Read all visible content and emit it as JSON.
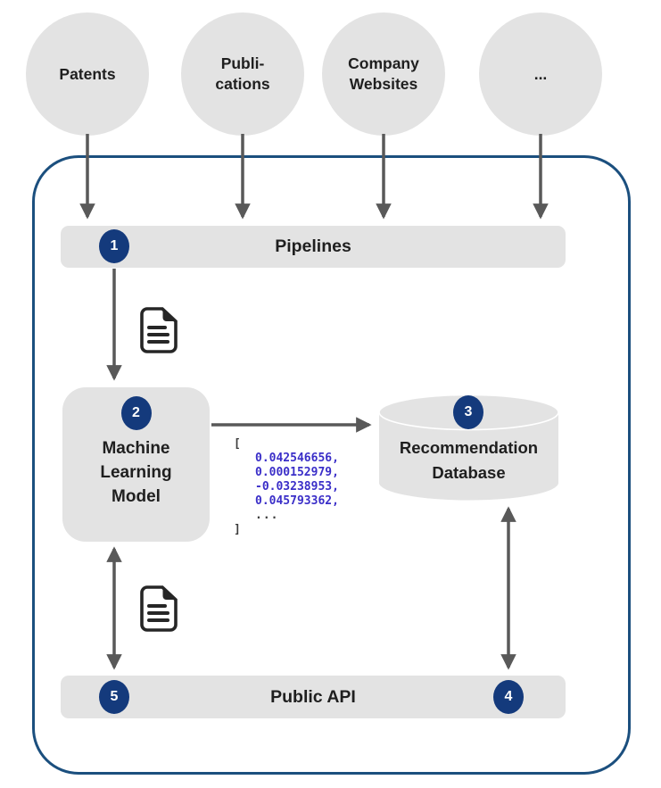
{
  "diagram": {
    "sources": [
      {
        "label": "Patents"
      },
      {
        "label": "Publi-\ncations"
      },
      {
        "label": "Company\nWebsites"
      },
      {
        "label": "..."
      }
    ],
    "pipelines": {
      "step": "1",
      "label": "Pipelines"
    },
    "ml_model": {
      "step": "2",
      "label": "Machine\nLearning\nModel"
    },
    "database": {
      "step": "3",
      "label": "Recommendation\nDatabase"
    },
    "public_api": {
      "step_left": "5",
      "step_right": "4",
      "label": "Public API"
    },
    "embedding_vector": {
      "open_bracket": "[",
      "values": [
        "0.042546656,",
        "0.000152979,",
        "-0.03238953,",
        "0.045793362,",
        "..."
      ],
      "close_bracket": "]"
    },
    "icons": {
      "document": "document-icon"
    },
    "colors": {
      "node_fill": "#e3e3e3",
      "badge_navy": "#143a7c",
      "container_border_blue": "#1b4f7e",
      "arrow_gray": "#595959",
      "vector_value_blue": "#3a2ec8",
      "text_dark": "#1f1f1f"
    }
  }
}
